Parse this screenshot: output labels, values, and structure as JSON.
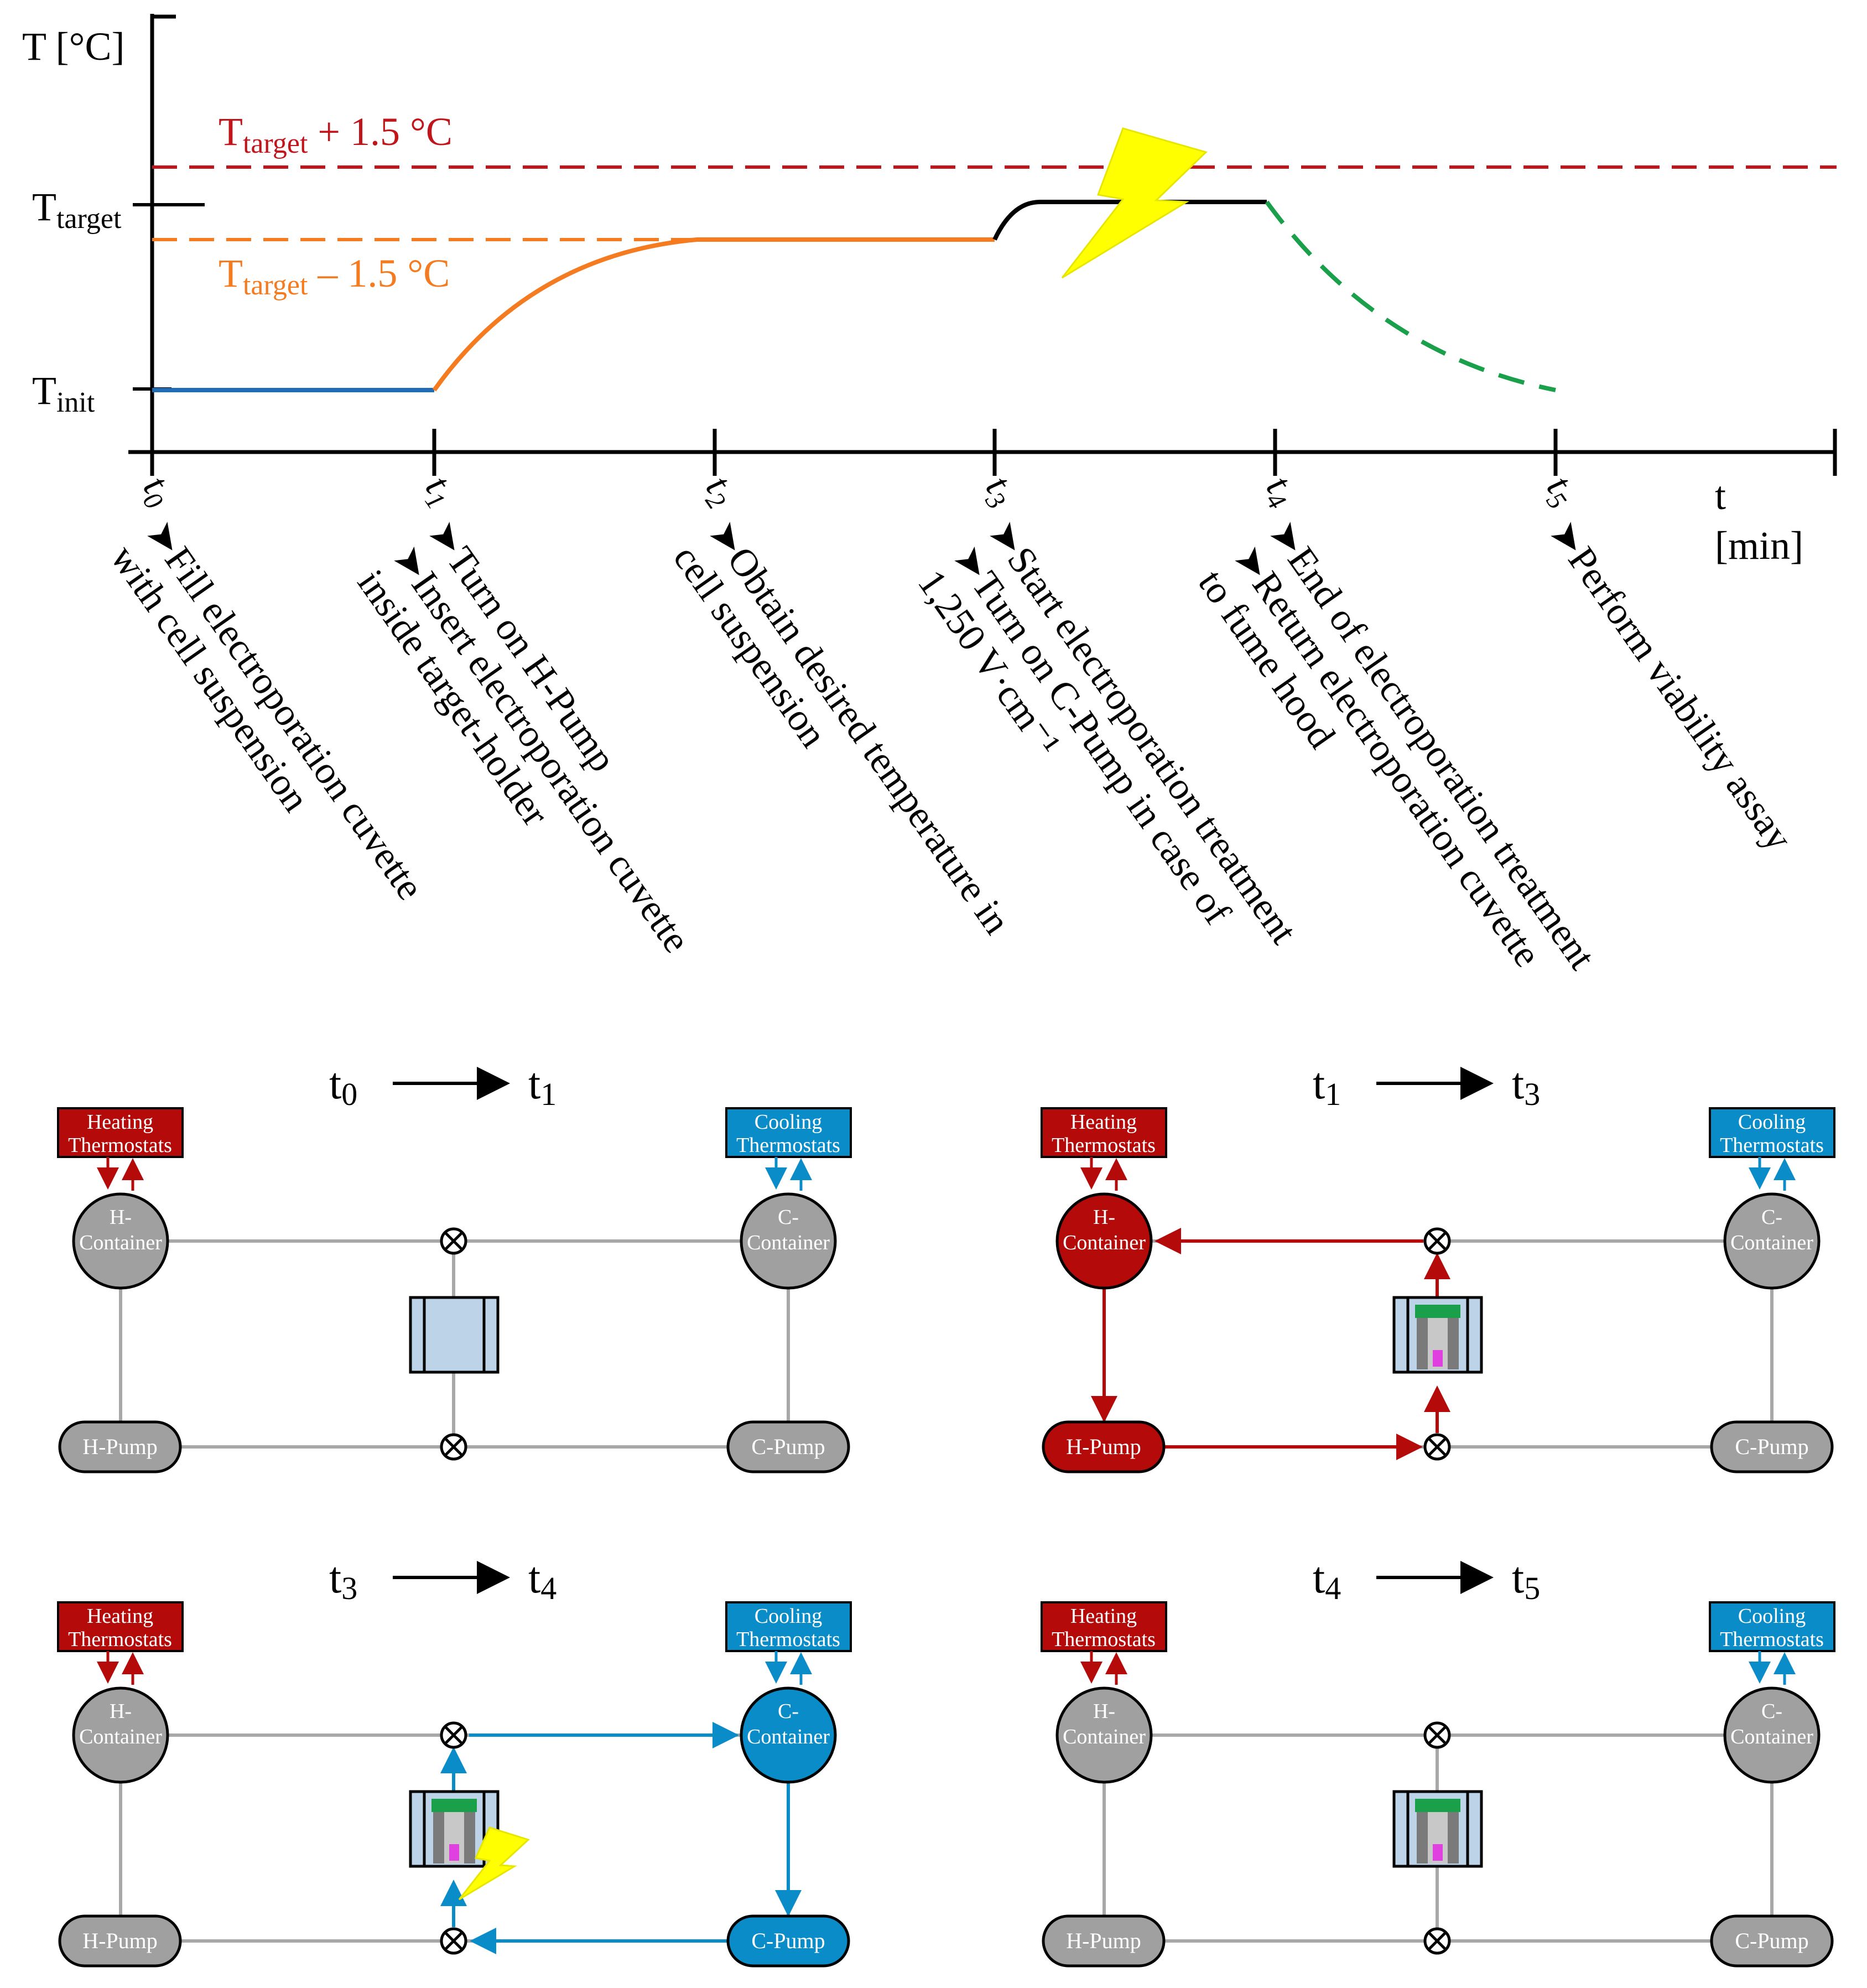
{
  "top_chart": {
    "y_axis_label": "T [°C]",
    "x_axis_label_1": "t",
    "x_axis_label_2": "[min]",
    "t_upper_label": "T",
    "t_upper_sub": "target",
    "t_upper_suffix": " + 1.5 °C",
    "t_target_label": "T",
    "t_target_sub": "target",
    "t_lower_label": "T",
    "t_lower_sub": "target",
    "t_lower_suffix": " – 1.5  °C",
    "t_init_label": "T",
    "t_init_sub": "init",
    "ticks": [
      {
        "t": "t",
        "sub": "0"
      },
      {
        "t": "t",
        "sub": "1"
      },
      {
        "t": "t",
        "sub": "2"
      },
      {
        "t": "t",
        "sub": "3"
      },
      {
        "t": "t",
        "sub": "4"
      },
      {
        "t": "t",
        "sub": "5"
      }
    ],
    "steps": {
      "t0": [
        "➤Fill electroporation cuvette",
        "with cell suspension"
      ],
      "t1": [
        "➤Turn on H-Pump",
        "➤Insert electroporation cuvette",
        "inside target-holder"
      ],
      "t2": [
        "➤Obtain desired temperature in",
        "cell suspension"
      ],
      "t3": [
        "➤Start electroporation treatment",
        "➤Turn on C-Pump in case of",
        "1,250 V·cm⁻¹"
      ],
      "t4": [
        "➤End of electroporation treatment",
        "➤Return electroporation cuvette",
        "to fume hood"
      ],
      "t5": [
        "➤Perform viability assay"
      ]
    },
    "colors": {
      "upper_limit": "#c0161b",
      "lower_limit": "#f47b20",
      "init_line": "#1f6db5",
      "heating_curve": "#f47b20",
      "target_curve": "#000000",
      "cooling_curve": "#1aa04a",
      "lightning": "#ffff00"
    }
  },
  "panels": [
    {
      "from": "t",
      "from_sub": "0",
      "to": "t",
      "to_sub": "1"
    },
    {
      "from": "t",
      "from_sub": "1",
      "to": "t",
      "to_sub": "3"
    },
    {
      "from": "t",
      "from_sub": "3",
      "to": "t",
      "to_sub": "4"
    },
    {
      "from": "t",
      "from_sub": "4",
      "to": "t",
      "to_sub": "5"
    }
  ],
  "components": {
    "heating_line1": "Heating",
    "heating_line2": "Thermostats",
    "cooling_line1": "Cooling",
    "cooling_line2": "Thermostats",
    "hcontainer_line1": "H-",
    "hcontainer_line2": "Container",
    "ccontainer_line1": "C-",
    "ccontainer_line2": "Container",
    "hpump": "H-Pump",
    "cpump": "C-Pump"
  },
  "colors": {
    "heat_red": "#b40a0a",
    "cool_blue": "#0a8cc8",
    "gray_fill": "#a0a0a0",
    "pipe_gray": "#a8a8a8",
    "holder_fill": "#bcd3e8",
    "cuvette_green": "#1aa04a",
    "sample_pink": "#e040e0"
  }
}
